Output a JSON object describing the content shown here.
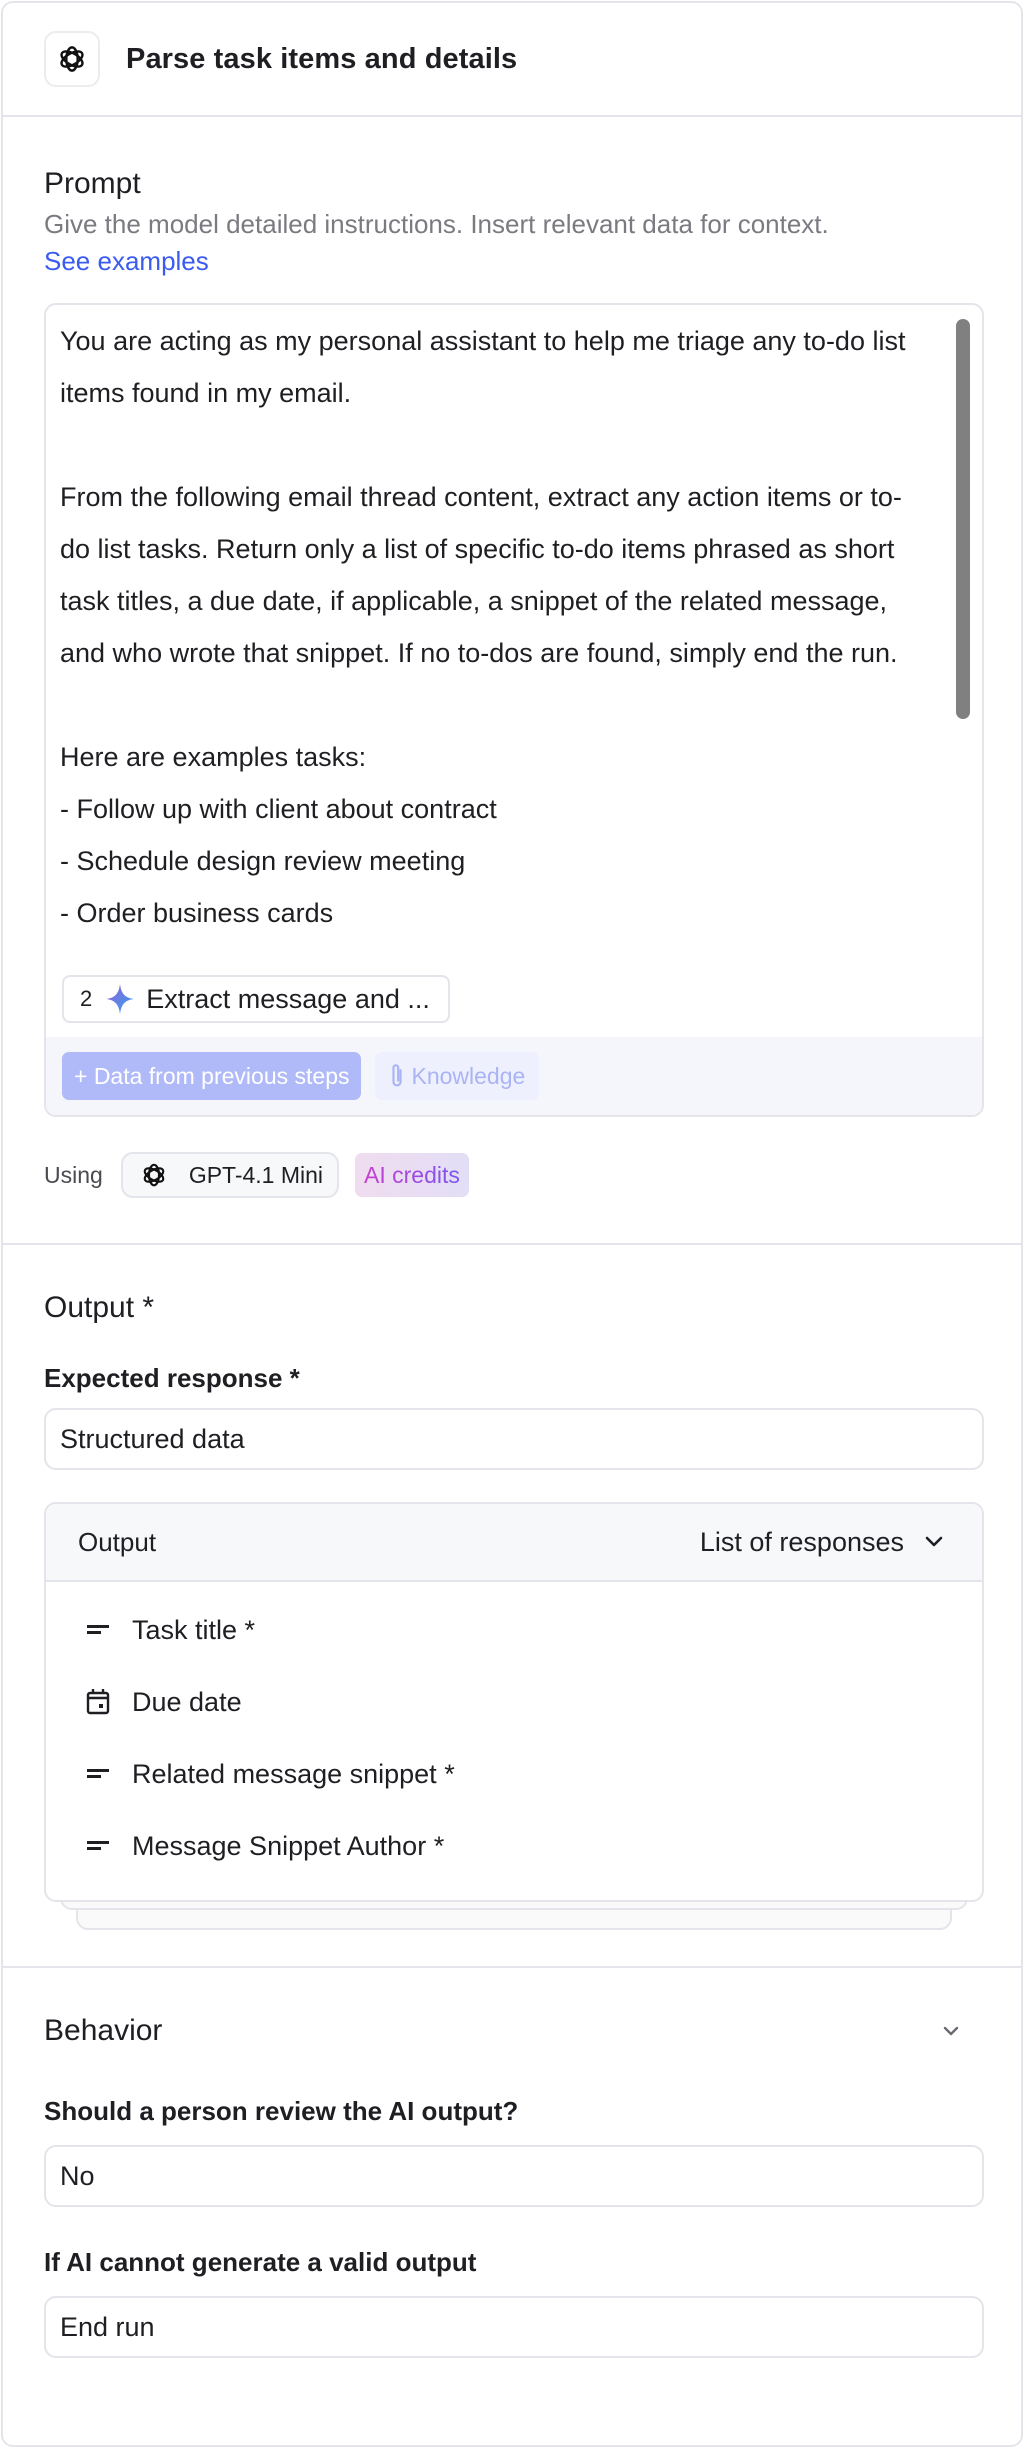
{
  "header": {
    "icon": "openai-logo-icon",
    "title": "Parse task items and details"
  },
  "prompt": {
    "title": "Prompt",
    "description": "Give the model detailed instructions. Insert relevant data for context.",
    "examples_link": "See examples",
    "text": "You are acting as my personal assistant to help me triage any to-do list items found in my email.\n\nFrom the following email thread content, extract any action items or to-do list tasks. Return only a list of specific to-do items phrased as short task titles, a due date, if applicable, a snippet of the related message, and who wrote that snippet. If no to-dos are found, simply end the run.\n\nHere are examples tasks:\n- Follow up with client about contract\n- Schedule design review meeting\n- Order business cards",
    "step_chip": {
      "number": "2",
      "icon": "ai-sparkle-icon",
      "label": "Extract message and ..."
    },
    "data_button": "+ Data from previous steps",
    "knowledge_button": "Knowledge",
    "knowledge_icon": "paperclip-icon"
  },
  "model": {
    "using_label": "Using",
    "name": "GPT-4.1 Mini",
    "icon": "openai-logo-icon",
    "credits_badge": "AI credits"
  },
  "output": {
    "title": "Output *",
    "expected_label": "Expected response *",
    "expected_value": "Structured data",
    "card_title": "Output",
    "mode": "List of responses",
    "fields": [
      {
        "icon": "text-lines-icon",
        "label": "Task title *"
      },
      {
        "icon": "calendar-icon",
        "label": "Due date"
      },
      {
        "icon": "text-lines-icon",
        "label": "Related message snippet *"
      },
      {
        "icon": "text-lines-icon",
        "label": "Message Snippet Author *"
      }
    ]
  },
  "behavior": {
    "title": "Behavior",
    "review_label": "Should a person review the AI output?",
    "review_value": "No",
    "fallback_label": "If AI cannot generate a valid output",
    "fallback_value": "End run"
  },
  "colors": {
    "link": "#3b5bf0",
    "data_button_bg": "#b0baf8",
    "knowledge_text": "#aab4f5",
    "credits_gradient_start": "#c63fcf",
    "credits_gradient_end": "#7a55f2",
    "border": "#e4e4ea"
  }
}
